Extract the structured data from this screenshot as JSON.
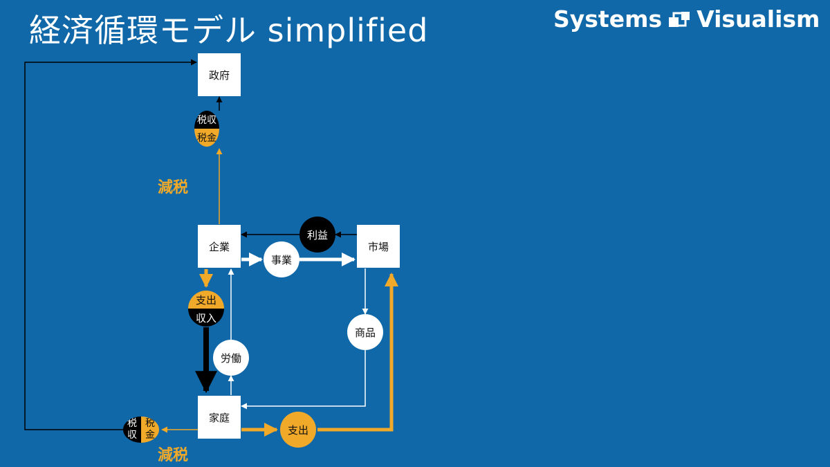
{
  "title": "経済循環モデル simplified",
  "brand": "Systems",
  "brand2": "Visualism",
  "colors": {
    "background": "#1068a8",
    "orange": "#f0a929",
    "black": "#000000",
    "white": "#ffffff"
  },
  "nodes": {
    "government": "政府",
    "business": "企業",
    "market": "市場",
    "household": "家庭"
  },
  "flows": {
    "profit": "利益",
    "enterprise": "事業",
    "goods": "商品",
    "labor": "労働",
    "spending": "支出",
    "biz_spend": "支出",
    "biz_income": "収入",
    "gov_tax_revenue": "税収",
    "gov_tax": "税金",
    "hh_tax_revenue_1": "税",
    "hh_tax_revenue_2": "収",
    "hh_tax_1": "税",
    "hh_tax_2": "金"
  },
  "annotations": {
    "tax_cut_top": "減税",
    "tax_cut_bottom": "減税"
  }
}
